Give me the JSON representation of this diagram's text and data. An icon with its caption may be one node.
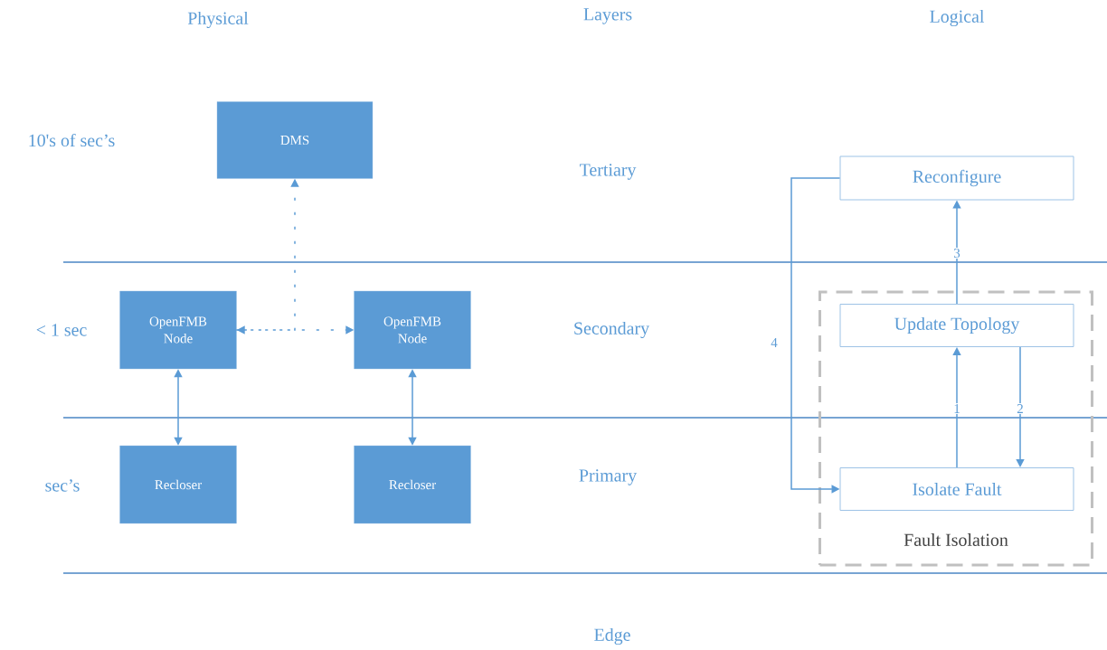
{
  "diagram": {
    "nodes": [
      {
        "text": [
          "DMS"
        ]
      },
      {
        "text": [
          "OpenFMB Node"
        ]
      },
      {
        "text": [
          "OpenFMB Node"
        ]
      },
      {
        "text": [
          "Recloser"
        ]
      },
      {
        "text": [
          "Recloser"
        ]
      },
      {
        "text": [
          "Reconfigure"
        ]
      },
      {
        "text": [
          "Fault Isolation"
        ]
      },
      {
        "text": [
          "Update Topology"
        ],
        "in": 6
      },
      {
        "text": [
          "Isolate Fault"
        ],
        "in": 6
      }
    ],
    "edges": [
      {
        "from": 1,
        "to": 2,
        "arrow": "both",
        "style": "dashed"
      },
      {
        "from": 1,
        "to": 0,
        "arrow": "to",
        "style": "dashed"
      },
      {
        "from": 1,
        "to": 3,
        "arrow": "both"
      },
      {
        "from": 2,
        "to": 4,
        "arrow": "both"
      },
      {
        "from": 8,
        "to": 7,
        "arrow": "to",
        "label": "1"
      },
      {
        "from": 7,
        "to": 8,
        "arrow": "to",
        "label": "2"
      },
      {
        "from": 7,
        "to": 5,
        "arrow": "to",
        "label": "3"
      },
      {
        "from": 5,
        "to": 8,
        "arrow": "to",
        "label": "4"
      }
    ],
    "labels": [
      "Physical",
      "Layers",
      "Logical",
      "10's of sec’s",
      "Tertiary",
      "< 1 sec",
      "Secondary",
      "sec’s",
      "Primary",
      "Edge"
    ]
  }
}
